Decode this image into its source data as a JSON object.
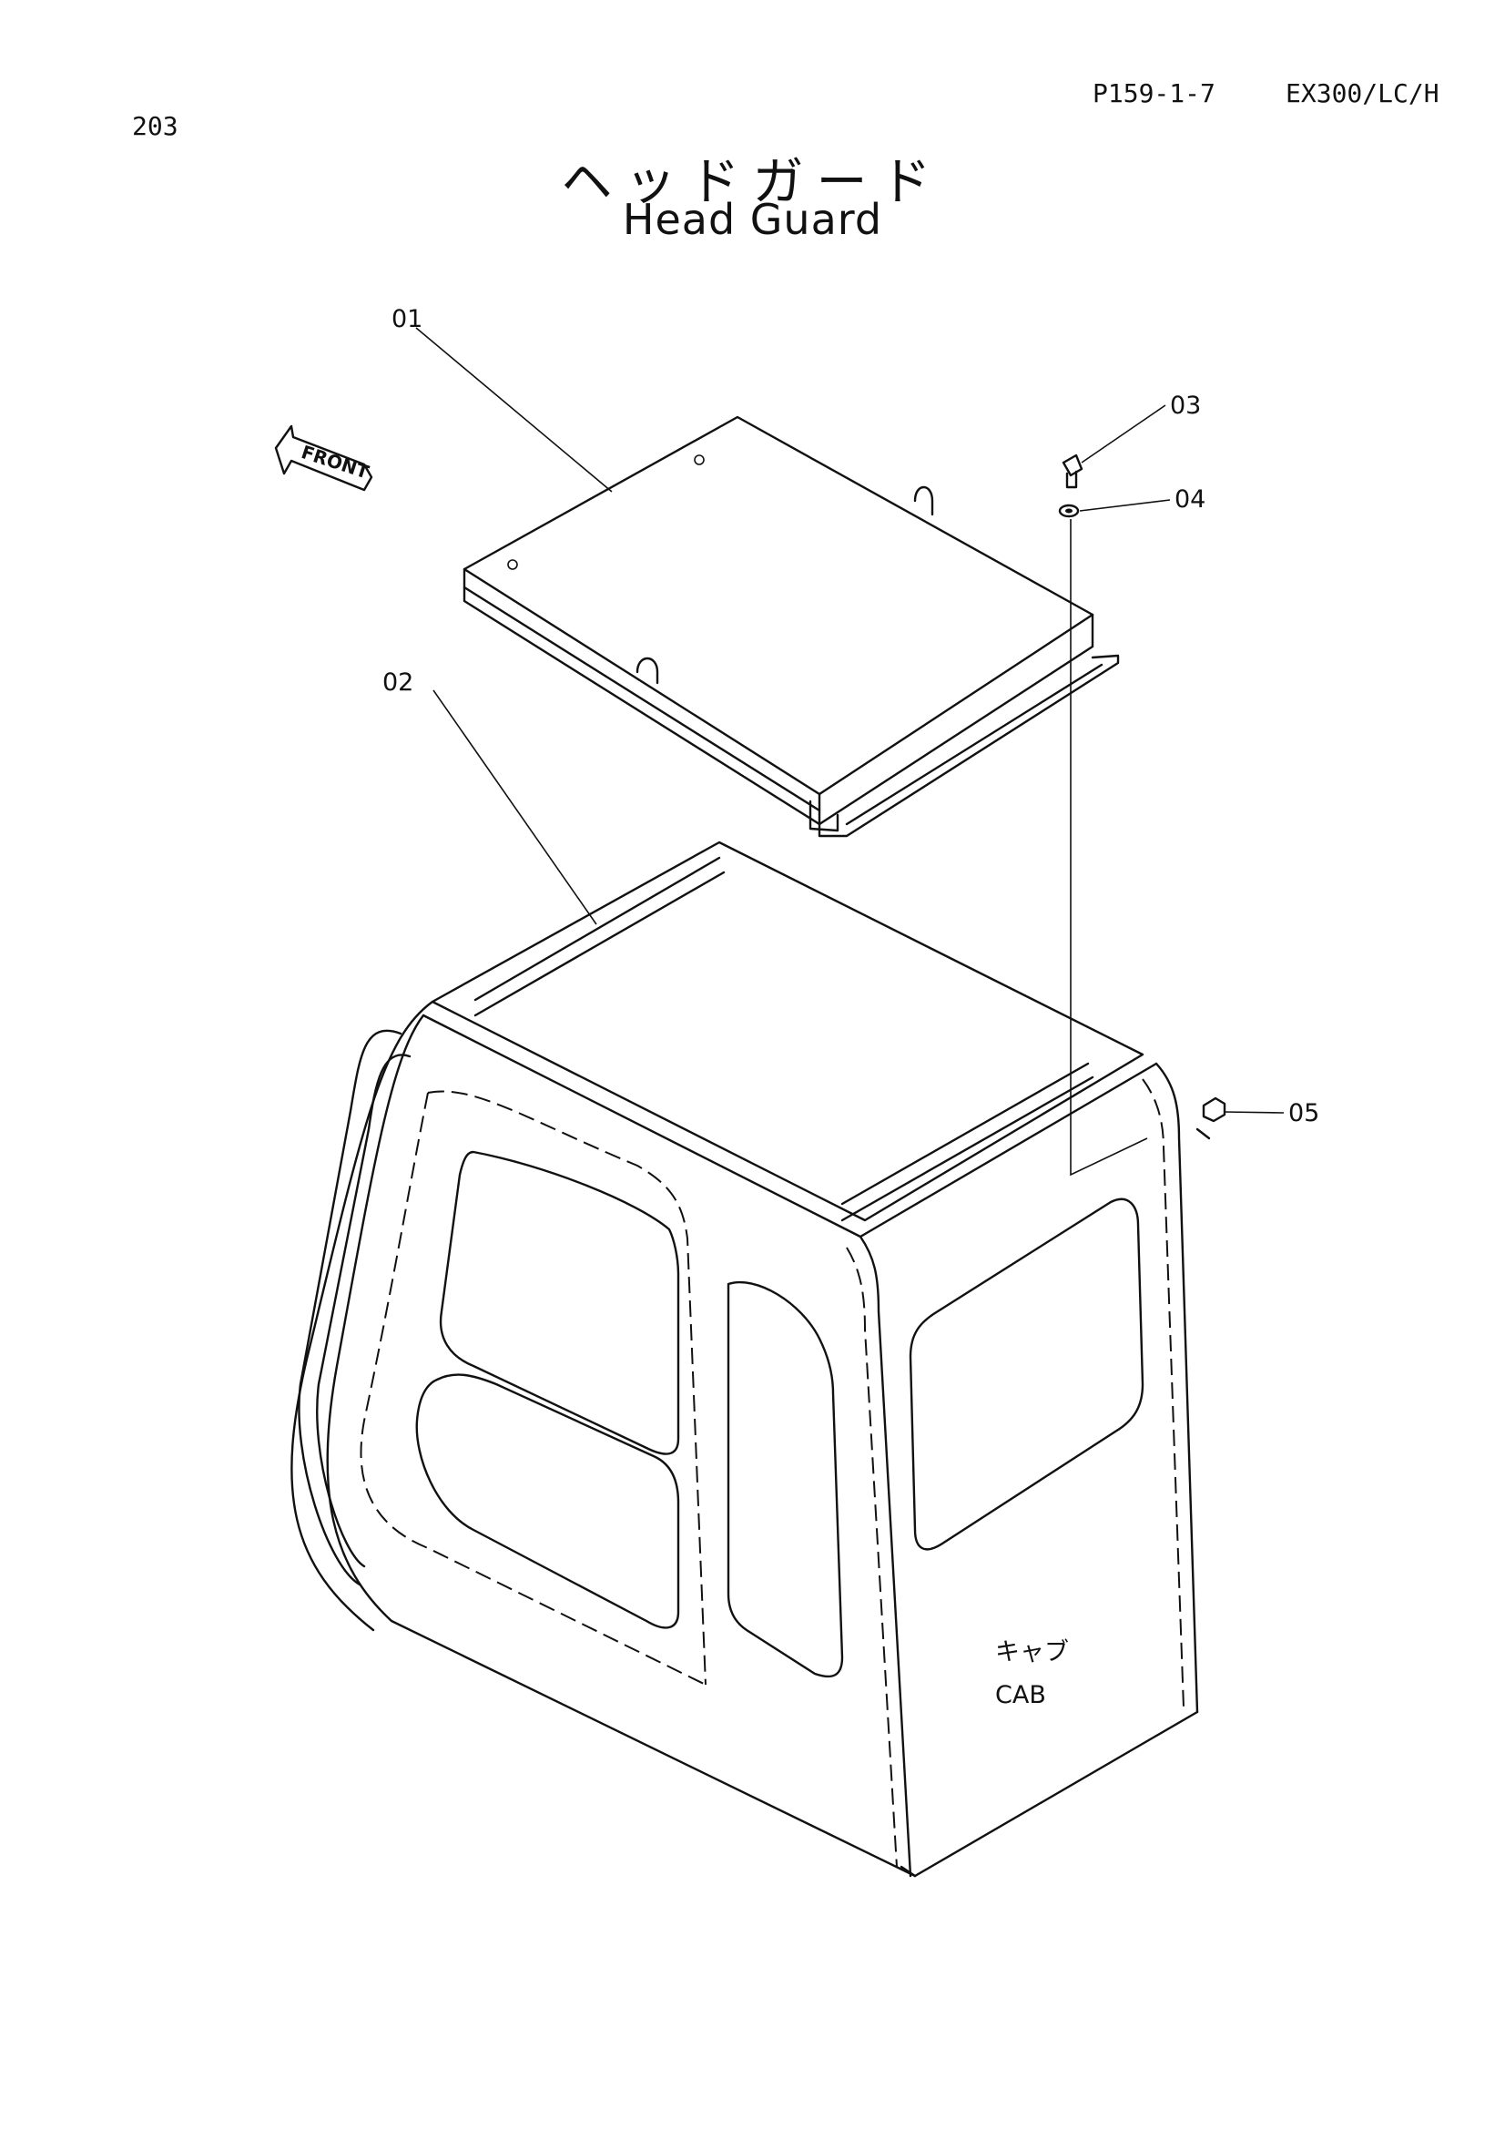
{
  "page": {
    "page_number": "203",
    "page_code": "P159-1-7",
    "model": "EX300/LC/H",
    "title_jp": "ヘッドガード",
    "title_en": "Head Guard"
  },
  "diagram": {
    "front_arrow": "FRONT",
    "cab_label_jp": "キャブ",
    "cab_label_en": "CAB",
    "callouts": [
      {
        "label": "01",
        "part": "head-guard"
      },
      {
        "label": "02",
        "part": "cab-roof-rail"
      },
      {
        "label": "03",
        "part": "bolt"
      },
      {
        "label": "04",
        "part": "washer"
      },
      {
        "label": "05",
        "part": "nut"
      }
    ]
  }
}
